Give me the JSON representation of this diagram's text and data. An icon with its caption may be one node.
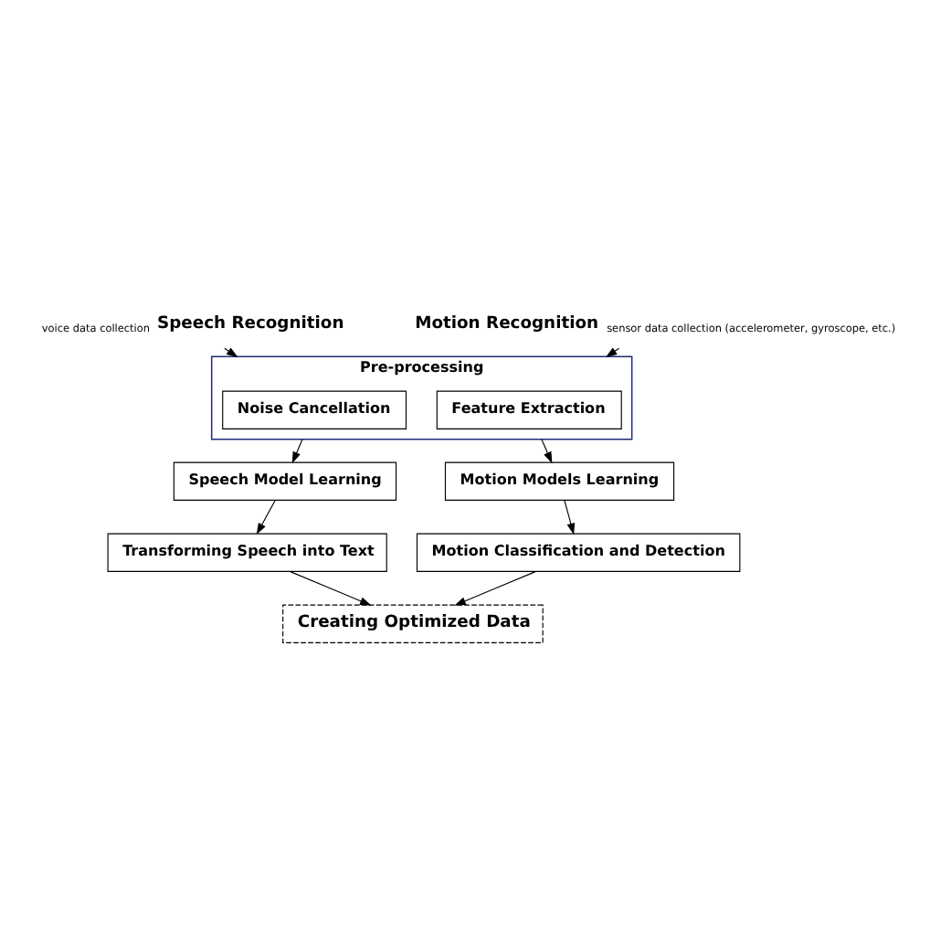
{
  "diagram": {
    "nodes": [
      {
        "text": [
          "Speech Recognition"
        ],
        "beside": [
          "voice data collection"
        ]
      },
      {
        "text": [
          "Motion Recognition"
        ],
        "beside": [
          "sensor data collection (accelerometer, gyroscope, etc.)"
        ]
      },
      {
        "text": [
          "Pre-processing"
        ]
      },
      {
        "text": [
          "Noise Cancellation"
        ],
        "in": 2
      },
      {
        "text": [
          "Feature Extraction"
        ],
        "in": 2
      },
      {
        "text": [
          "Speech Model Learning"
        ]
      },
      {
        "text": [
          "Motion Models Learning"
        ]
      },
      {
        "text": [
          "Transforming Speech into Text"
        ]
      },
      {
        "text": [
          "Motion Classification and Detection"
        ]
      },
      {
        "text": [
          "Creating Optimized Data"
        ]
      }
    ],
    "edges": [
      {
        "from": 0,
        "to": 2,
        "arrow": "to"
      },
      {
        "from": 1,
        "to": 2,
        "arrow": "to"
      },
      {
        "from": 2,
        "to": 5,
        "arrow": "to"
      },
      {
        "from": 2,
        "to": 6,
        "arrow": "to"
      },
      {
        "from": 5,
        "to": 7,
        "arrow": "to"
      },
      {
        "from": 6,
        "to": 8,
        "arrow": "to"
      },
      {
        "from": 7,
        "to": 9,
        "arrow": "to"
      },
      {
        "from": 8,
        "to": 9,
        "arrow": "to"
      }
    ]
  }
}
